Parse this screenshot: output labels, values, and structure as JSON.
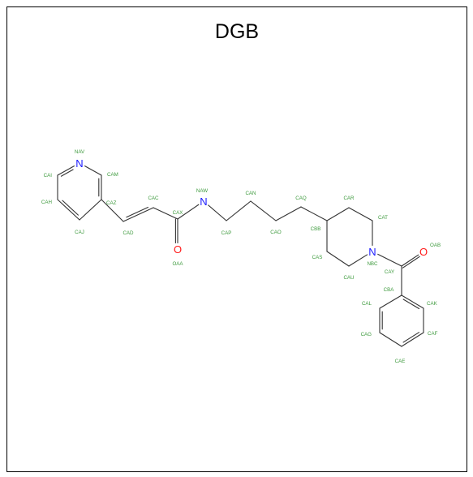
{
  "title": "DGB",
  "colors": {
    "carbon_label": "#3d9a3d",
    "nitrogen": "#1a1aff",
    "oxygen": "#ff1a1a",
    "bond": "#333333"
  },
  "atoms": [
    {
      "id": "NAV",
      "el": "N"
    },
    {
      "id": "CAM"
    },
    {
      "id": "CAZ"
    },
    {
      "id": "CAJ"
    },
    {
      "id": "CAH"
    },
    {
      "id": "CAI"
    },
    {
      "id": "CAC"
    },
    {
      "id": "CAD"
    },
    {
      "id": "CAX"
    },
    {
      "id": "OAA",
      "el": "O"
    },
    {
      "id": "NAW",
      "el": "N"
    },
    {
      "id": "CAP"
    },
    {
      "id": "CAN"
    },
    {
      "id": "CAO"
    },
    {
      "id": "CAQ"
    },
    {
      "id": "CBB"
    },
    {
      "id": "CAR"
    },
    {
      "id": "CAT"
    },
    {
      "id": "NBC",
      "el": "N"
    },
    {
      "id": "CAU"
    },
    {
      "id": "CAS"
    },
    {
      "id": "CAY"
    },
    {
      "id": "OAB",
      "el": "O"
    },
    {
      "id": "CBA"
    },
    {
      "id": "CAK"
    },
    {
      "id": "CAF"
    },
    {
      "id": "CAE"
    },
    {
      "id": "CAG"
    },
    {
      "id": "CAL"
    }
  ]
}
